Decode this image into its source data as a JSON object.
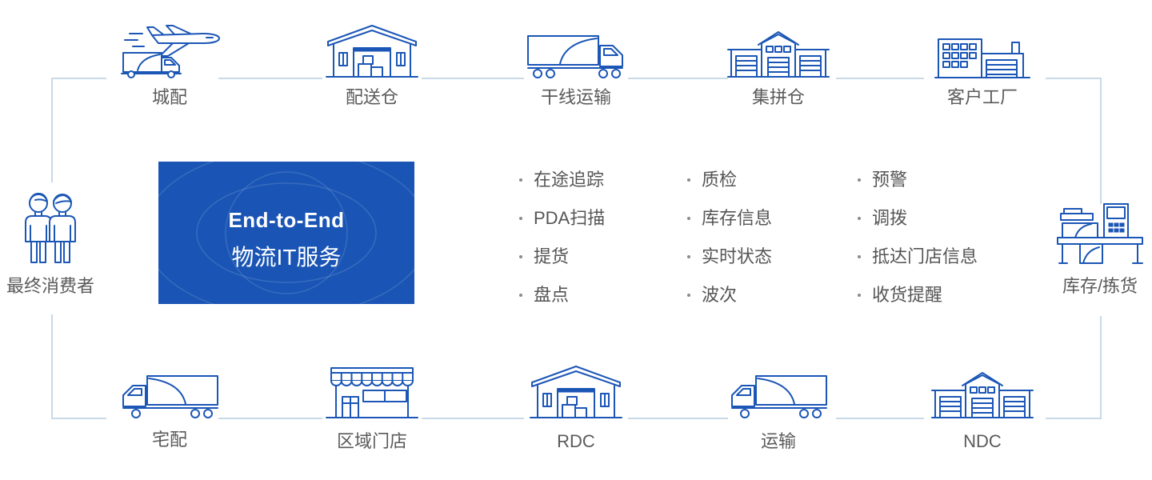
{
  "colors": {
    "accent": "#1b56b6",
    "connector": "#c8d9e7",
    "text": "#555555",
    "box": "#1a55b5"
  },
  "center_box": {
    "title": "End-to-End",
    "subtitle": "物流IT服务"
  },
  "flow": {
    "top": [
      {
        "label": "城配",
        "icon": "plane-truck-icon"
      },
      {
        "label": "配送仓",
        "icon": "warehouse-icon"
      },
      {
        "label": "干线运输",
        "icon": "truck-icon"
      },
      {
        "label": "集拼仓",
        "icon": "consolidation-building-icon"
      },
      {
        "label": "客户工厂",
        "icon": "factory-icon"
      }
    ],
    "left": {
      "label": "最终消费者",
      "icon": "consumers-icon"
    },
    "right": {
      "label": "库存/拣货",
      "icon": "picking-station-icon"
    },
    "bottom": [
      {
        "label": "宅配",
        "icon": "truck-icon"
      },
      {
        "label": "区域门店",
        "icon": "store-icon"
      },
      {
        "label": "RDC",
        "icon": "warehouse-icon"
      },
      {
        "label": "运输",
        "icon": "truck-icon"
      },
      {
        "label": "NDC",
        "icon": "building-icon"
      }
    ]
  },
  "features": [
    [
      "在途追踪",
      "PDA扫描",
      "提货",
      "盘点"
    ],
    [
      "质检",
      "库存信息",
      "实时状态",
      "波次"
    ],
    [
      "预警",
      "调拨",
      "抵达门店信息",
      "收货提醒"
    ]
  ]
}
